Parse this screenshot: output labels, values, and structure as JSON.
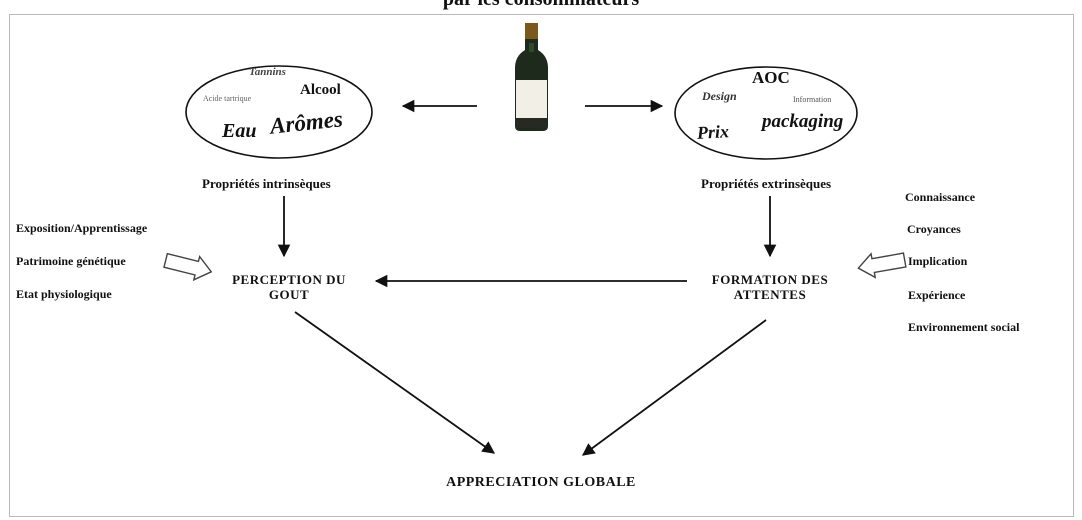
{
  "title": "par les consommateurs",
  "intrinsic": {
    "label": "Propriétés intrinsèques",
    "words": {
      "tannins": "Tannins",
      "acide": "Acide tartrique",
      "alcool": "Alcool",
      "eau": "Eau",
      "aromes": "Arômes"
    }
  },
  "extrinsic": {
    "label": "Propriétés extrinsèques",
    "words": {
      "aoc": "AOC",
      "design": "Design",
      "information": "Information",
      "prix": "Prix",
      "packaging": "packaging"
    }
  },
  "nodes": {
    "perception_line1": "PERCEPTION DU",
    "perception_line2": "GOUT",
    "formation_line1": "FORMATION DES",
    "formation_line2": "ATTENTES",
    "appreciation": "APPRECIATION GLOBALE"
  },
  "left_factors": [
    "Exposition/Apprentissage",
    "Patrimoine génétique",
    "Etat physiologique"
  ],
  "right_factors": [
    "Connaissance",
    "Croyances",
    "Implication",
    "Expérience",
    "Environnement social"
  ]
}
